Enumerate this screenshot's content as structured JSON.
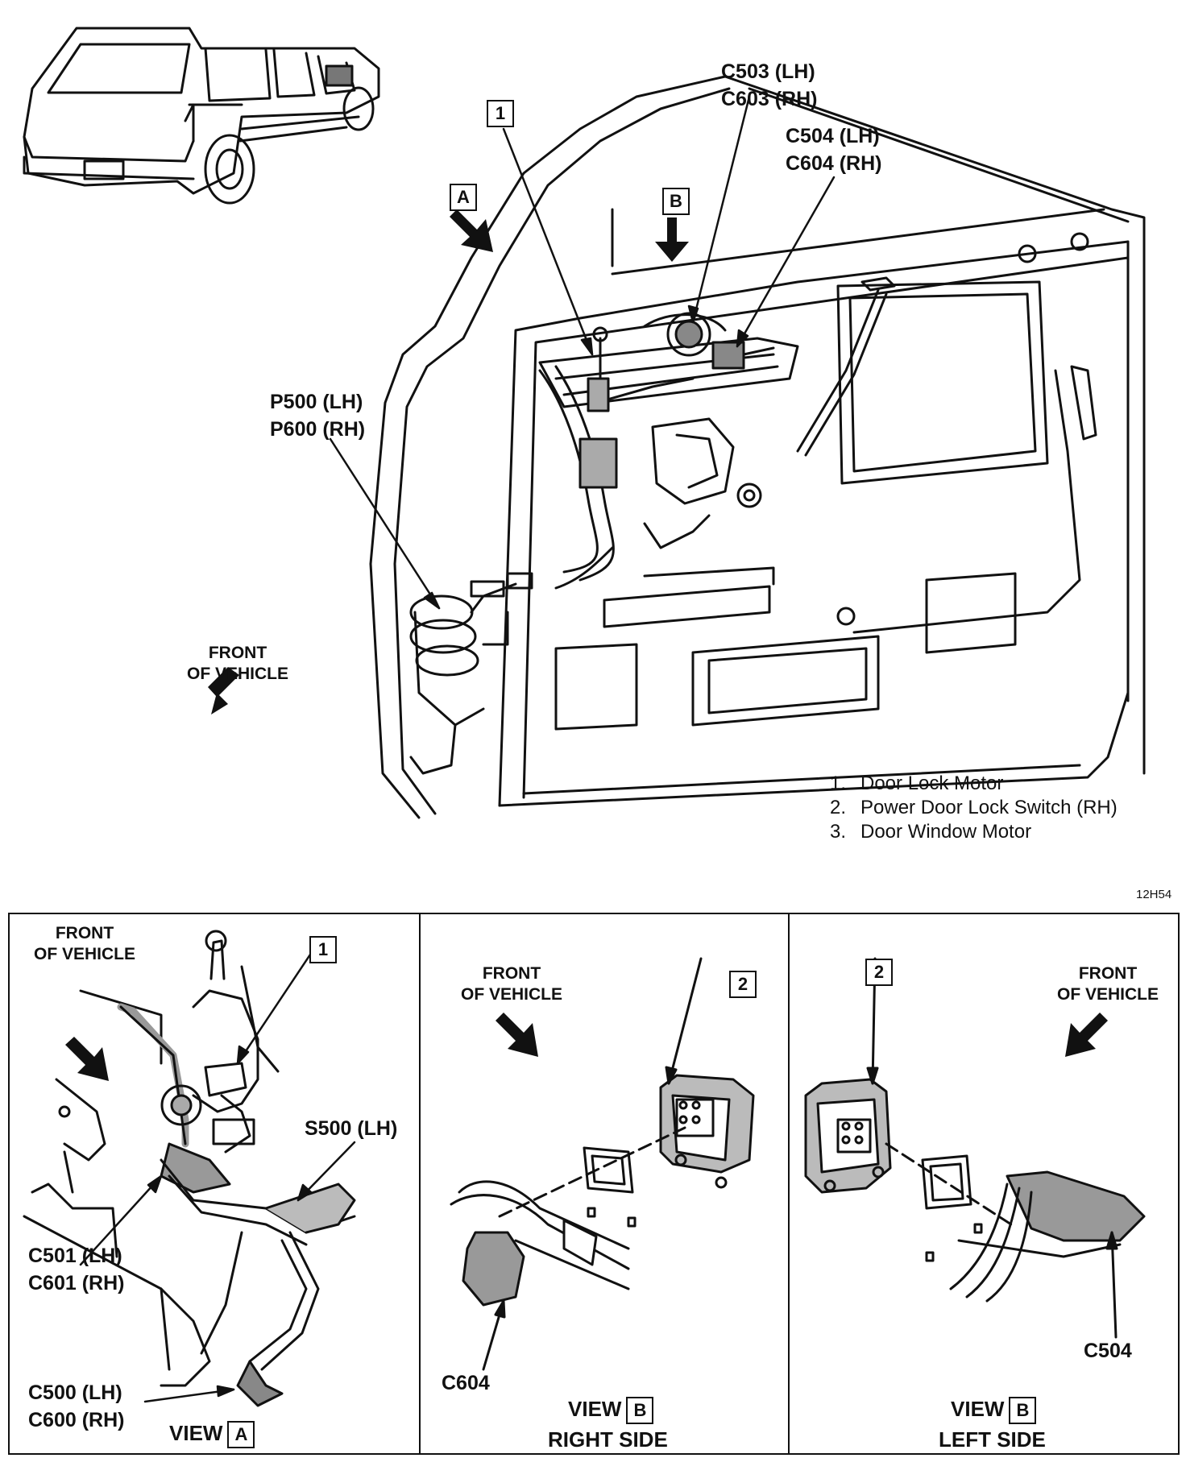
{
  "labels": {
    "c503": "C503 (LH)",
    "c603": "C603 (RH)",
    "c504_top": "C504 (LH)",
    "c604_top": "C604 (RH)",
    "p500": "P500 (LH)",
    "p600": "P600 (RH)",
    "front_main_1": "FRONT",
    "front_main_2": "OF VEHICLE",
    "callout_1": "1",
    "callout_a": "A",
    "callout_b": "B"
  },
  "legend": [
    {
      "num": "1.",
      "text": "Door Lock Motor"
    },
    {
      "num": "2.",
      "text": "Power Door Lock Switch (RH)"
    },
    {
      "num": "3.",
      "text": "Door Window Motor"
    }
  ],
  "figure_code": "12H54",
  "panel_a": {
    "front_1": "FRONT",
    "front_2": "OF VEHICLE",
    "callout": "1",
    "s500": "S500 (LH)",
    "c501": "C501 (LH)",
    "c601": "C601 (RH)",
    "c500": "C500 (LH)",
    "c600": "C600 (RH)",
    "view_text": "VIEW",
    "view_box": "A"
  },
  "panel_b_right": {
    "front_1": "FRONT",
    "front_2": "OF VEHICLE",
    "callout": "2",
    "connector": "C604",
    "view_text": "VIEW",
    "view_box": "B",
    "side": "RIGHT SIDE"
  },
  "panel_b_left": {
    "front_1": "FRONT",
    "front_2": "OF VEHICLE",
    "callout": "2",
    "connector": "C504",
    "view_text": "VIEW",
    "view_box": "B",
    "side": "LEFT SIDE"
  }
}
